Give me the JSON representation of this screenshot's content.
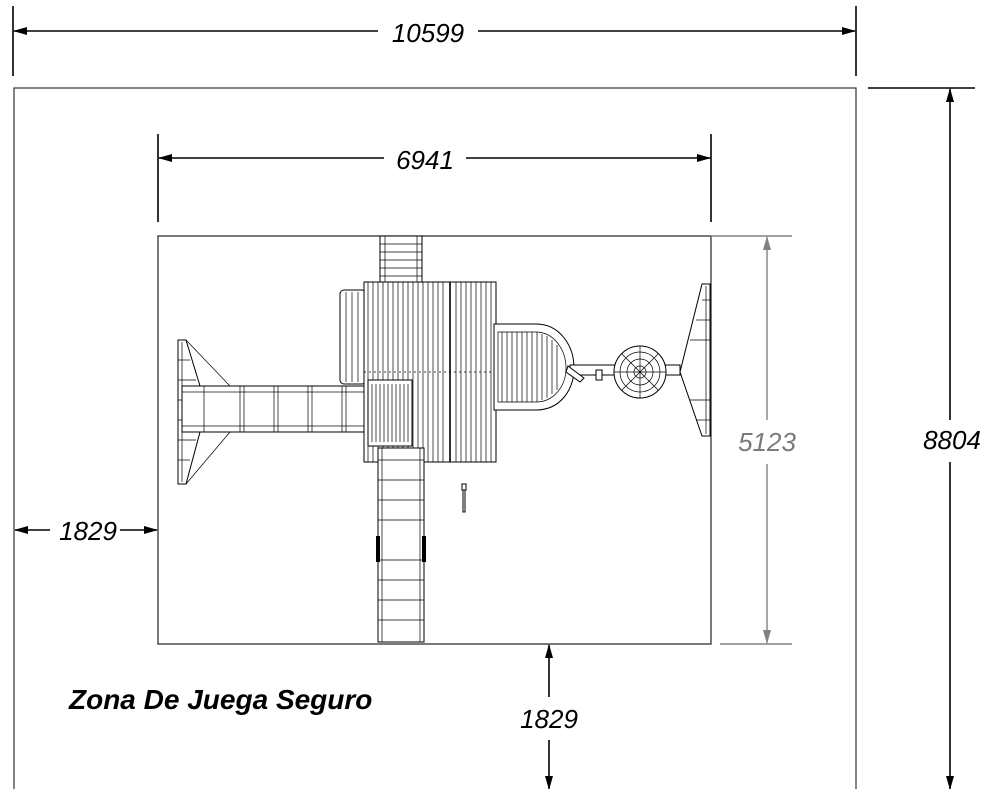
{
  "dimensions": {
    "overall_width": "10599",
    "structure_width": "6941",
    "structure_depth": "5123",
    "overall_depth": "8804",
    "left_clearance": "1829",
    "bottom_clearance": "1829"
  },
  "title": "Zona De Juega Seguro"
}
